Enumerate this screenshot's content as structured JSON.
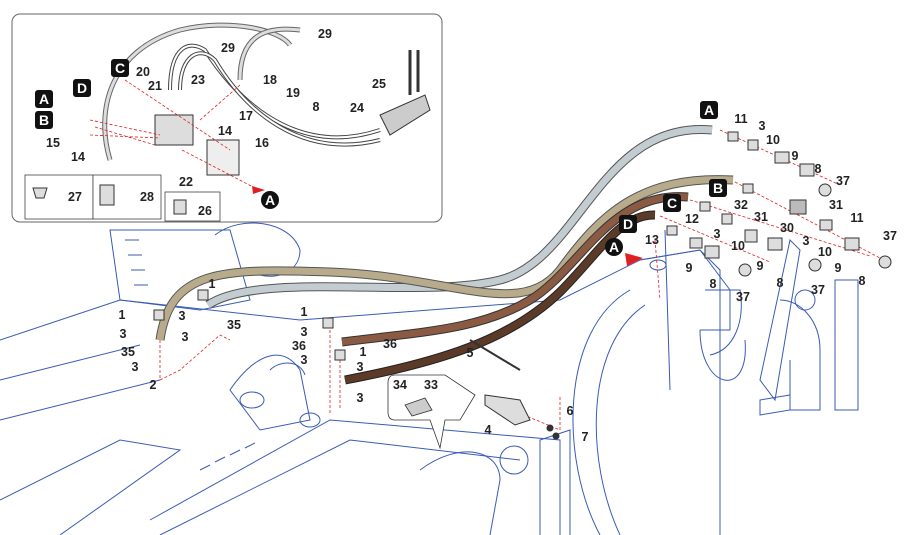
{
  "diagram": {
    "type": "exploded-parts-diagram",
    "inset_labels": [
      "29",
      "29",
      "20",
      "21",
      "23",
      "18",
      "19",
      "8",
      "25",
      "24",
      "15",
      "14",
      "14",
      "17",
      "16",
      "22",
      "27",
      "28",
      "26"
    ],
    "inset_callouts": [
      "C",
      "D",
      "A",
      "B"
    ],
    "inset_connector": "A",
    "main_labels": [
      "11",
      "3",
      "10",
      "9",
      "8",
      "37",
      "32",
      "31",
      "31",
      "12",
      "30",
      "11",
      "13",
      "3",
      "10",
      "3",
      "37",
      "10",
      "9",
      "9",
      "9",
      "8",
      "8",
      "8",
      "37",
      "37",
      "1",
      "1",
      "3",
      "35",
      "3",
      "3",
      "35",
      "3",
      "2",
      "1",
      "3",
      "36",
      "3",
      "1",
      "3",
      "36",
      "3",
      "5",
      "34",
      "33",
      "4",
      "6",
      "7"
    ],
    "main_callouts": [
      "A",
      "B",
      "C",
      "D"
    ],
    "main_connector": "A",
    "colors": {
      "line_art": "#3a5bb5",
      "hose_grey": "#c3ccd0",
      "hose_beige": "#b7ab8b",
      "hose_brown": "#8a5a42",
      "hose_dark_brown": "#5b3a28",
      "arrow_red": "#e02020",
      "leader_green": "#4a8a4a"
    }
  }
}
